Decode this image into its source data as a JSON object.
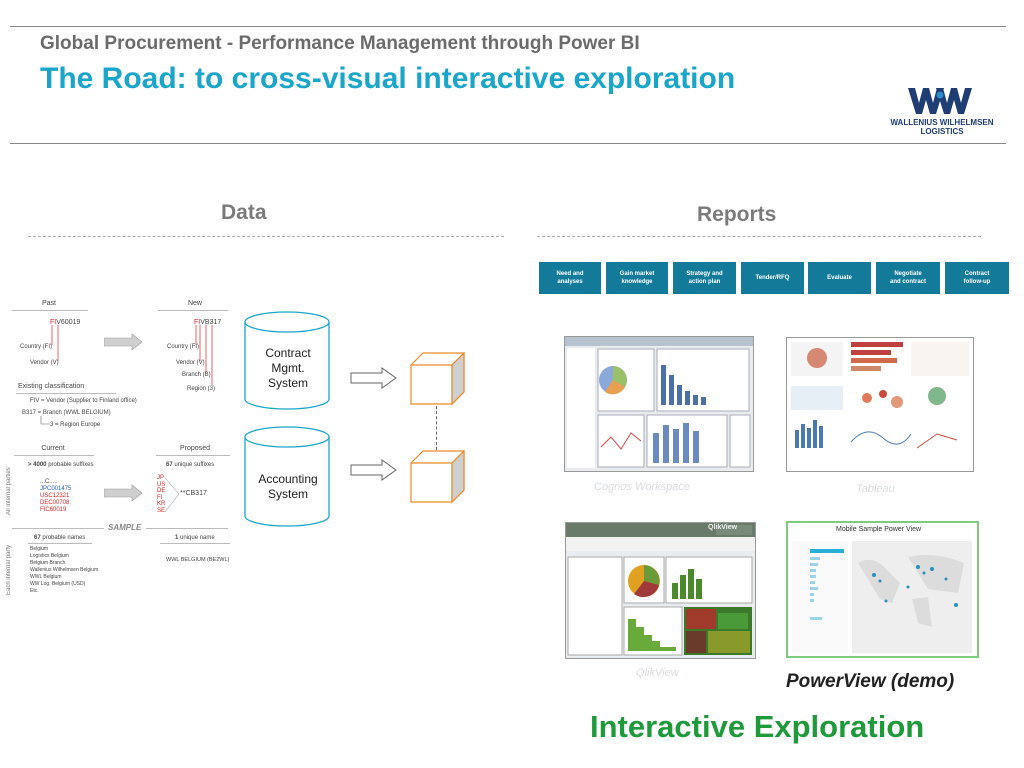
{
  "header": {
    "subtitle": "Global Procurement - Performance Management through Power BI",
    "title": "The Road: to cross-visual interactive exploration",
    "logo_text": "WALLENIUS WILHELMSEN LOGISTICS"
  },
  "data_section": {
    "heading": "Data",
    "top": {
      "past_label": "Past",
      "new_label": "New",
      "past_code_prefix": "FI",
      "past_code_rest": "V60019",
      "new_code_prefix": "FI",
      "new_code_rest": "VB317",
      "country": "Country (FI)",
      "vendor": "Vendor (V)",
      "branch": "Branch (B)",
      "region": "Region (3)",
      "existing_title": "Existing classification",
      "line1": "FIV  =  Vendor (Supplier to Finland office)",
      "line2": "B317  =  Branch (WWL BELGIUM)",
      "line3": "3  =  Region Europe"
    },
    "middle": {
      "current_label": "Current",
      "proposed_label": "Proposed",
      "current_count_bold": "> 4000",
      "current_count_rest": " probable suffixes",
      "proposed_count_bold": "67",
      "proposed_count_rest": " unique suffixes",
      "codes": [
        "...C.....",
        "JPC001475",
        "USC12321",
        "DEC00708",
        "FIC60019"
      ],
      "prefixes": [
        "JP",
        "US",
        "DE",
        "FI",
        "KR",
        "SE"
      ],
      "cb_code": "**CB317",
      "side_label": "All internal parties"
    },
    "sample_label": "SAMPLE",
    "bottom": {
      "count_bold": "67",
      "count_rest": " probable names",
      "unique_bold": "1",
      "unique_rest": " unique name",
      "names": [
        "Belgium",
        "Logistics Belgium",
        "Belgium Branch",
        "Wallenius Wilhelmsen Belgium",
        "WWL Belgium",
        "WW Log. Belgium (USD)",
        "Etc."
      ],
      "result": "WWL BELGIUM (BE2WL)",
      "side_label": "Each internal party"
    },
    "contract_system": "Contract\nMgmt.\nSystem",
    "accounting_system": "Accounting\nSystem"
  },
  "reports_section": {
    "heading": "Reports",
    "process_steps": [
      "Need and\nanalyses",
      "Gain market\nknowledge",
      "Strategy and\naction plan",
      "Tender/RFQ",
      "Evaluate",
      "Negotiate\nand contract",
      "Contract\nfollow-up"
    ],
    "screens": {
      "cognos": "Cognos Workspace",
      "tableau": "Tableau",
      "qlikview": "QlikView",
      "qlik_logo": "QlikView",
      "powerview_title": "Mobile Sample Power View"
    },
    "powerview_label": "PowerView (demo)",
    "footer": "Interactive Exploration"
  },
  "colors": {
    "title": "#1aa6c8",
    "process": "#137a9a",
    "footer": "#1e9a3a",
    "cube": "#e88a2a",
    "highlight_red": "#d22222"
  }
}
